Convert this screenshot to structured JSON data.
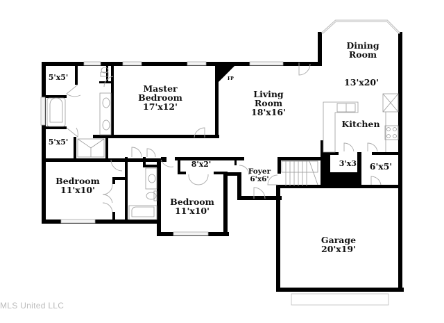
{
  "floorplan": {
    "rooms": [
      {
        "id": "master-bedroom",
        "name": "Master Bedroom",
        "line1": "Master",
        "line2": "Bedroom",
        "dims": "17'x12'"
      },
      {
        "id": "master-closet-1",
        "name": "",
        "dims": "5'x5'"
      },
      {
        "id": "master-closet-2",
        "name": "",
        "dims": "5'x5'"
      },
      {
        "id": "living-room",
        "name": "Living Room",
        "line1": "Living",
        "line2": "Room",
        "dims": "18'x16'"
      },
      {
        "id": "dining-room",
        "name": "Dining Room",
        "line1": "Dining",
        "line2": "Room",
        "dims": "13'x20'"
      },
      {
        "id": "kitchen",
        "name": "Kitchen",
        "dims": ""
      },
      {
        "id": "bedroom-1",
        "name": "Bedroom",
        "dims": "11'x10'"
      },
      {
        "id": "bedroom-2",
        "name": "Bedroom",
        "dims": "11'x10'"
      },
      {
        "id": "closet-hall",
        "name": "",
        "dims": "8'x2'"
      },
      {
        "id": "foyer",
        "name": "Foyer",
        "dims": "6'x6'"
      },
      {
        "id": "pantry",
        "name": "",
        "dims": "3'x3'"
      },
      {
        "id": "laundry",
        "name": "",
        "dims": "6'x5'"
      },
      {
        "id": "garage",
        "name": "Garage",
        "dims": "20'x19'"
      }
    ],
    "fireplace_label": "FP"
  },
  "watermark": "MLS United LLC"
}
